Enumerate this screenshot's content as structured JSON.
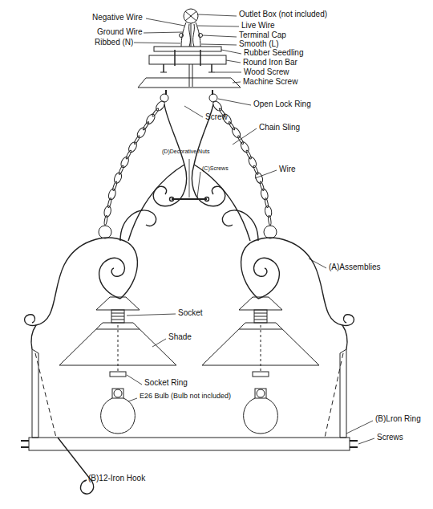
{
  "diagram": {
    "labels": [
      "Negative Wire",
      "Outlet Box (not included)",
      "Live Wire",
      "Ground Wire",
      "Terminal Cap",
      "Ribbed (N)",
      "Smooth (L)",
      "Rubber Seedling",
      "Round Iron Bar",
      "Wood Screw",
      "Machine Screw",
      "Screw",
      "Open Lock Ring",
      "Chain Sling",
      "(D)Decorative Nuts",
      "(C)Screws",
      "Wire",
      "(A)Assemblies",
      "Socket",
      "Shade",
      "Socket Ring",
      "E26 Bulb (Bulb not included)",
      "(B)Lron Ring",
      "Screws",
      "(B)12-Iron Hook"
    ]
  }
}
